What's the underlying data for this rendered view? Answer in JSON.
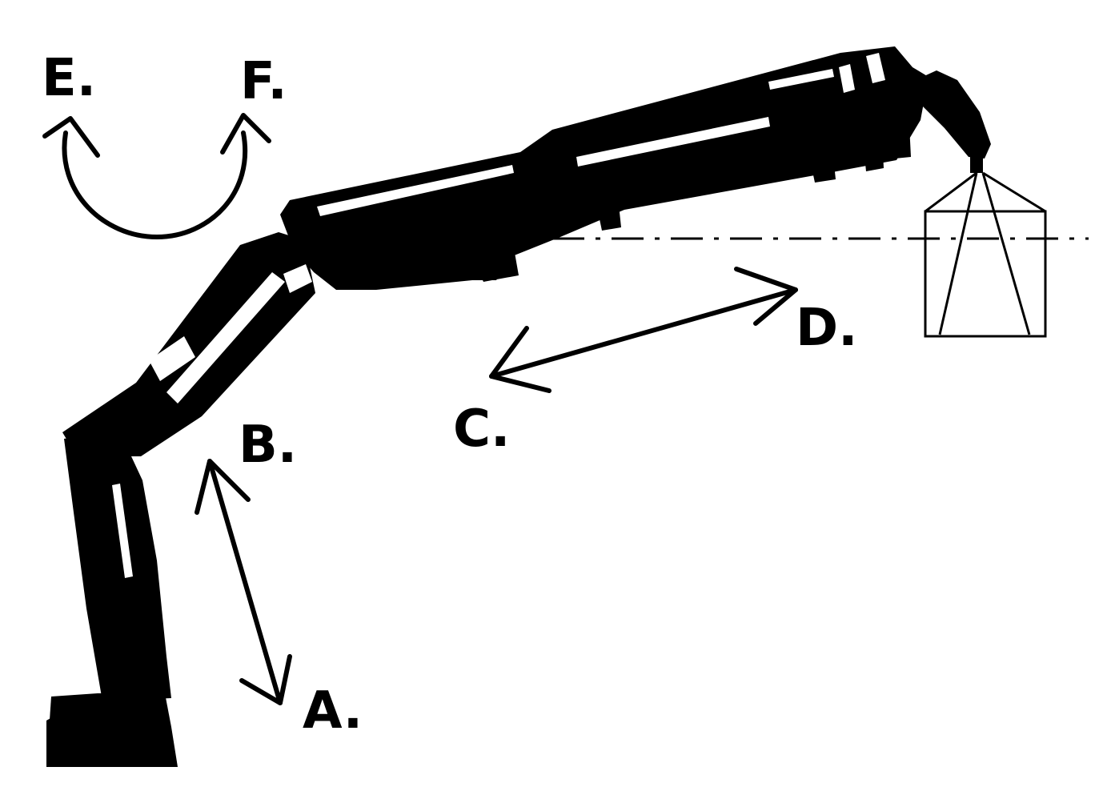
{
  "diagram": {
    "labels": {
      "a": "A.",
      "b": "B.",
      "c": "C.",
      "d": "D.",
      "e": "E.",
      "f": "F."
    },
    "colors": {
      "ink": "#000000",
      "background": "#ffffff"
    },
    "icons": [
      "crane-boom",
      "suspended-load-box",
      "double-headed-arrow",
      "rotation-arrow"
    ]
  }
}
